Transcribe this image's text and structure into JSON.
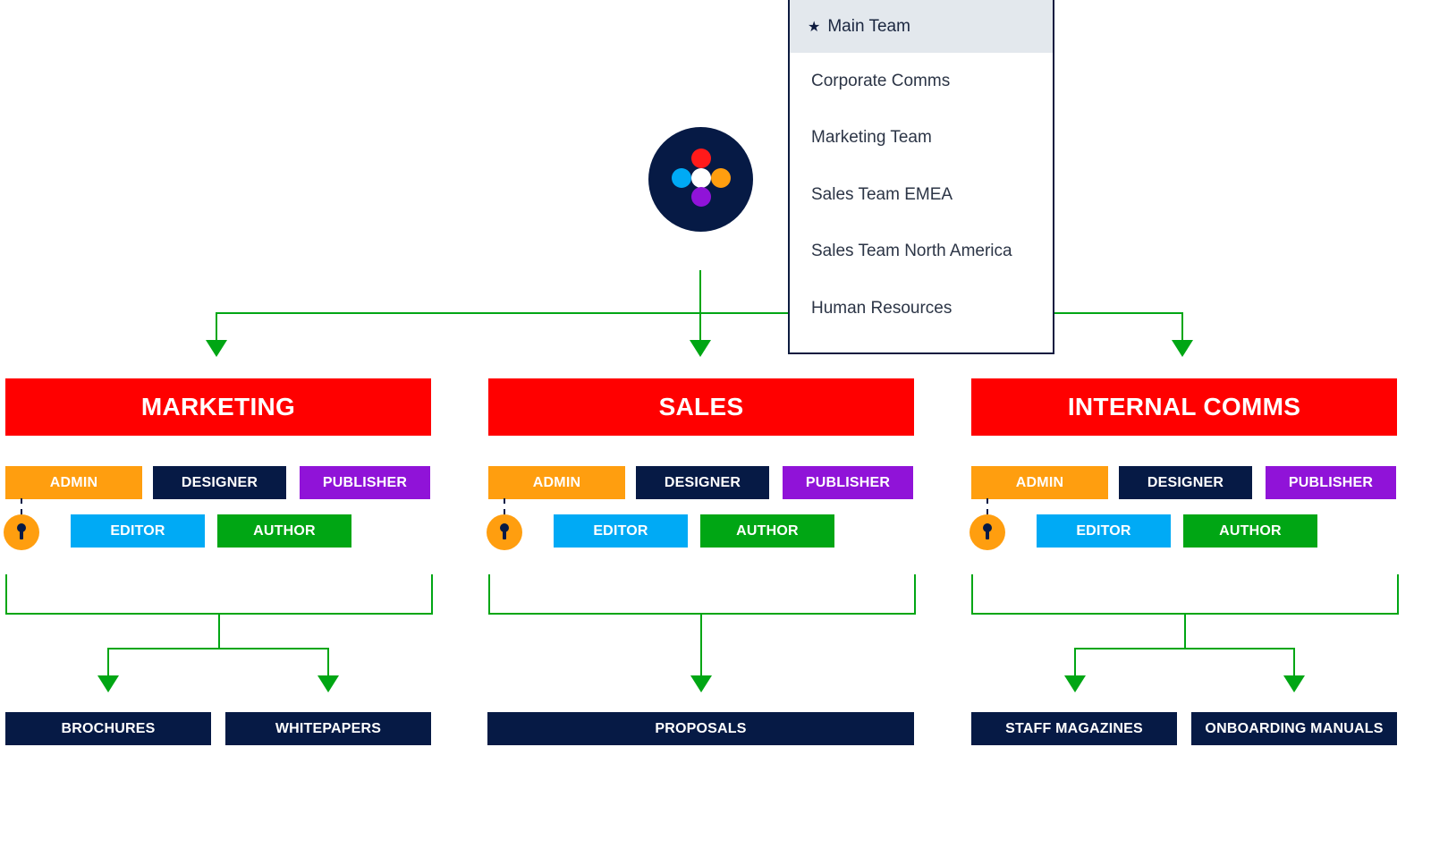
{
  "colors": {
    "line": "#00a614",
    "header": "#ff0000",
    "navy": "#061a45",
    "admin": "#ff9e0f",
    "publisher": "#9013d8",
    "editor": "#00aaf5",
    "author": "#00a614"
  },
  "logo": {
    "icon": "four-dot-logo-icon",
    "dot_colors": [
      "#ff1a1a",
      "#00aaf5",
      "#ffffff",
      "#ff9e0f",
      "#9013d8"
    ]
  },
  "team_menu": {
    "selected_icon": "star-icon",
    "items": [
      {
        "label": "Main Team",
        "selected": true
      },
      {
        "label": "Corporate Comms"
      },
      {
        "label": "Marketing Team"
      },
      {
        "label": "Sales Team EMEA"
      },
      {
        "label": "Sales Team North America"
      },
      {
        "label": "Human Resources"
      }
    ]
  },
  "departments": [
    {
      "name": "MARKETING",
      "roles": {
        "admin": "ADMIN",
        "designer": "DESIGNER",
        "publisher": "PUBLISHER",
        "editor": "EDITOR",
        "author": "AUTHOR"
      },
      "lock_icon": "lock-icon",
      "outputs": [
        "BROCHURES",
        "WHITEPAPERS"
      ]
    },
    {
      "name": "SALES",
      "roles": {
        "admin": "ADMIN",
        "designer": "DESIGNER",
        "publisher": "PUBLISHER",
        "editor": "EDITOR",
        "author": "AUTHOR"
      },
      "lock_icon": "lock-icon",
      "outputs": [
        "PROPOSALS"
      ]
    },
    {
      "name": "INTERNAL COMMS",
      "roles": {
        "admin": "ADMIN",
        "designer": "DESIGNER",
        "publisher": "PUBLISHER",
        "editor": "EDITOR",
        "author": "AUTHOR"
      },
      "lock_icon": "lock-icon",
      "outputs": [
        "STAFF MAGAZINES",
        "ONBOARDING MANUALS"
      ]
    }
  ]
}
